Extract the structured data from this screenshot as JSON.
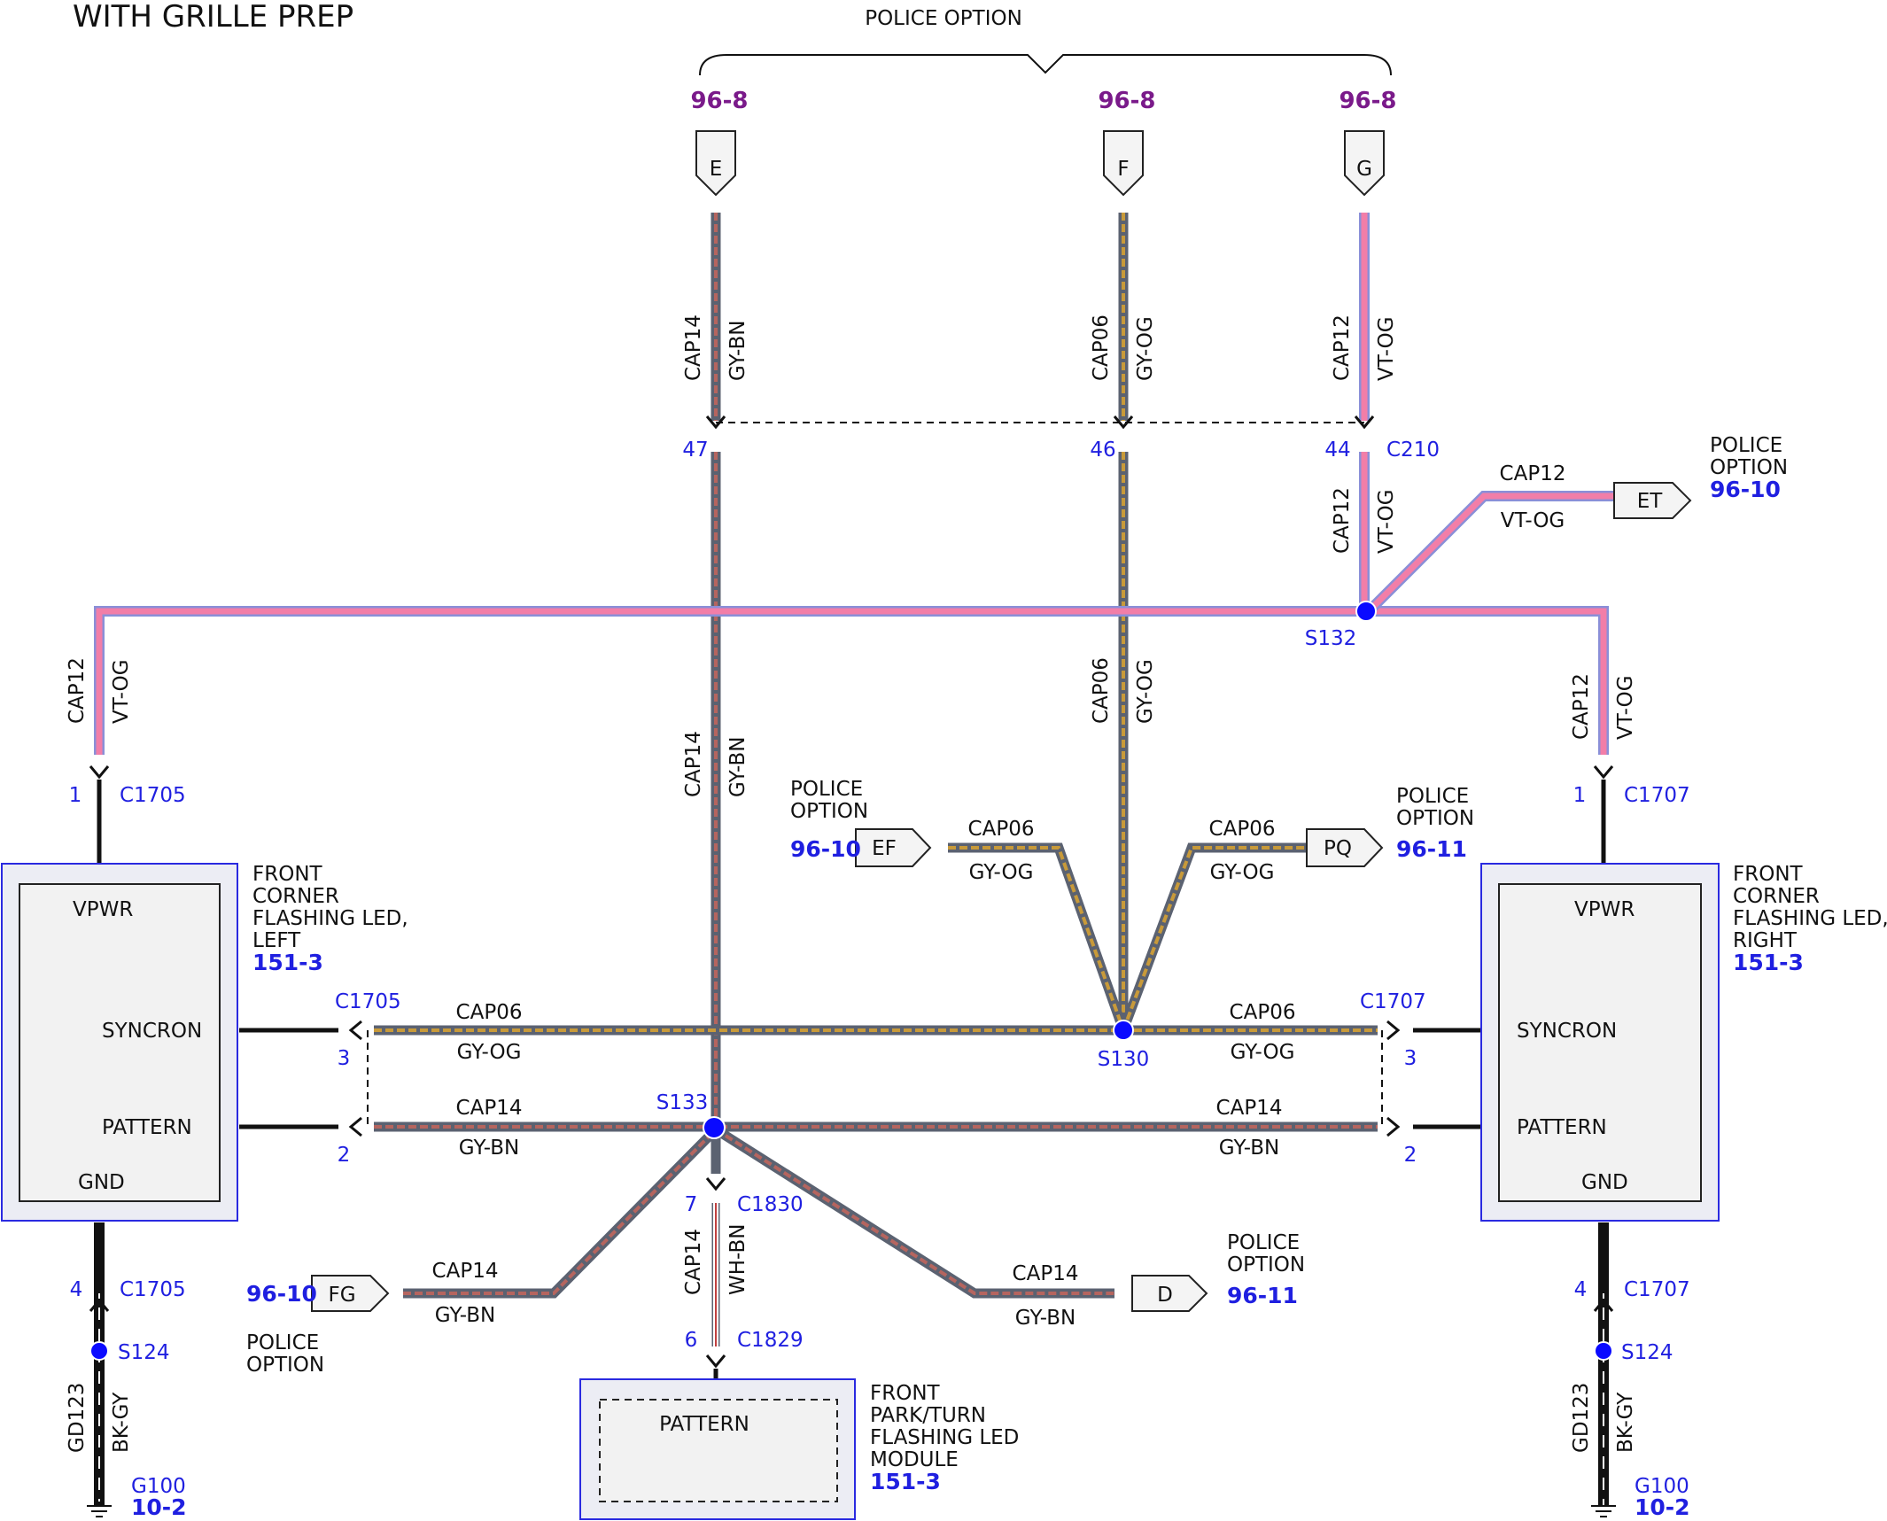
{
  "title": "WITH GRILLE PREP",
  "police_option_header": "POLICE OPTION",
  "top_refs": {
    "e": "96-8",
    "f": "96-8",
    "g": "96-8"
  },
  "top_connectors": {
    "e": "E",
    "f": "F",
    "g": "G"
  },
  "wires": {
    "cap14": "CAP14",
    "cap06": "CAP06",
    "cap12": "CAP12",
    "gd123": "GD123",
    "gy_bn": "GY-BN",
    "gy_og": "GY-OG",
    "vt_og": "VT-OG",
    "wh_bn": "WH-BN",
    "bk_gy": "BK-GY"
  },
  "c210": {
    "label": "C210",
    "pin_e": "47",
    "pin_f": "46",
    "pin_g": "44"
  },
  "splices": {
    "s132": "S132",
    "s130": "S130",
    "s133": "S133",
    "s124": "S124"
  },
  "et_flag": {
    "label": "ET",
    "note": [
      "POLICE",
      "OPTION"
    ],
    "ref": "96-10"
  },
  "ef_flag": {
    "label": "EF",
    "note": [
      "POLICE",
      "OPTION"
    ],
    "ref": "96-10"
  },
  "pq_flag": {
    "label": "PQ",
    "note": [
      "POLICE",
      "OPTION"
    ],
    "ref": "96-11"
  },
  "fg_flag": {
    "label": "FG",
    "note": [
      "POLICE",
      "OPTION"
    ],
    "ref": "96-10"
  },
  "d_flag": {
    "label": "D",
    "note": [
      "POLICE",
      "OPTION"
    ],
    "ref": "96-11"
  },
  "left_module": {
    "name": [
      "FRONT",
      "CORNER",
      "FLASHING LED,",
      "LEFT"
    ],
    "ref": "151-3",
    "pins": {
      "vpwr": "VPWR",
      "syncron": "SYNCRON",
      "pattern": "PATTERN",
      "gnd": "GND"
    },
    "connector": "C1705",
    "pin_vpwr": "1",
    "pin_syncron": "3",
    "pin_pattern": "2",
    "pin_gnd": "4",
    "ground": "G100",
    "ground_ref": "10-2"
  },
  "right_module": {
    "name": [
      "FRONT",
      "CORNER",
      "FLASHING LED,",
      "RIGHT"
    ],
    "ref": "151-3",
    "pins": {
      "vpwr": "VPWR",
      "syncron": "SYNCRON",
      "pattern": "PATTERN",
      "gnd": "GND"
    },
    "connector": "C1707",
    "pin_vpwr": "1",
    "pin_syncron": "3",
    "pin_pattern": "2",
    "pin_gnd": "4",
    "ground": "G100",
    "ground_ref": "10-2"
  },
  "center_module": {
    "name": [
      "FRONT",
      "PARK/TURN",
      "FLASHING LED",
      "MODULE"
    ],
    "ref": "151-3",
    "pin_label": "PATTERN",
    "conn_top": "C1830",
    "pin_top": "7",
    "conn_bottom": "C1829",
    "pin_bottom": "6"
  },
  "colors": {
    "gy_bn_core": "#b5655f",
    "gy_og_core": "#c89a3a",
    "vt_og_core": "#f27ea8",
    "wire_edge": "#5b6271",
    "pink_edge": "#8a8fd8",
    "splice": "#0a0aff"
  }
}
